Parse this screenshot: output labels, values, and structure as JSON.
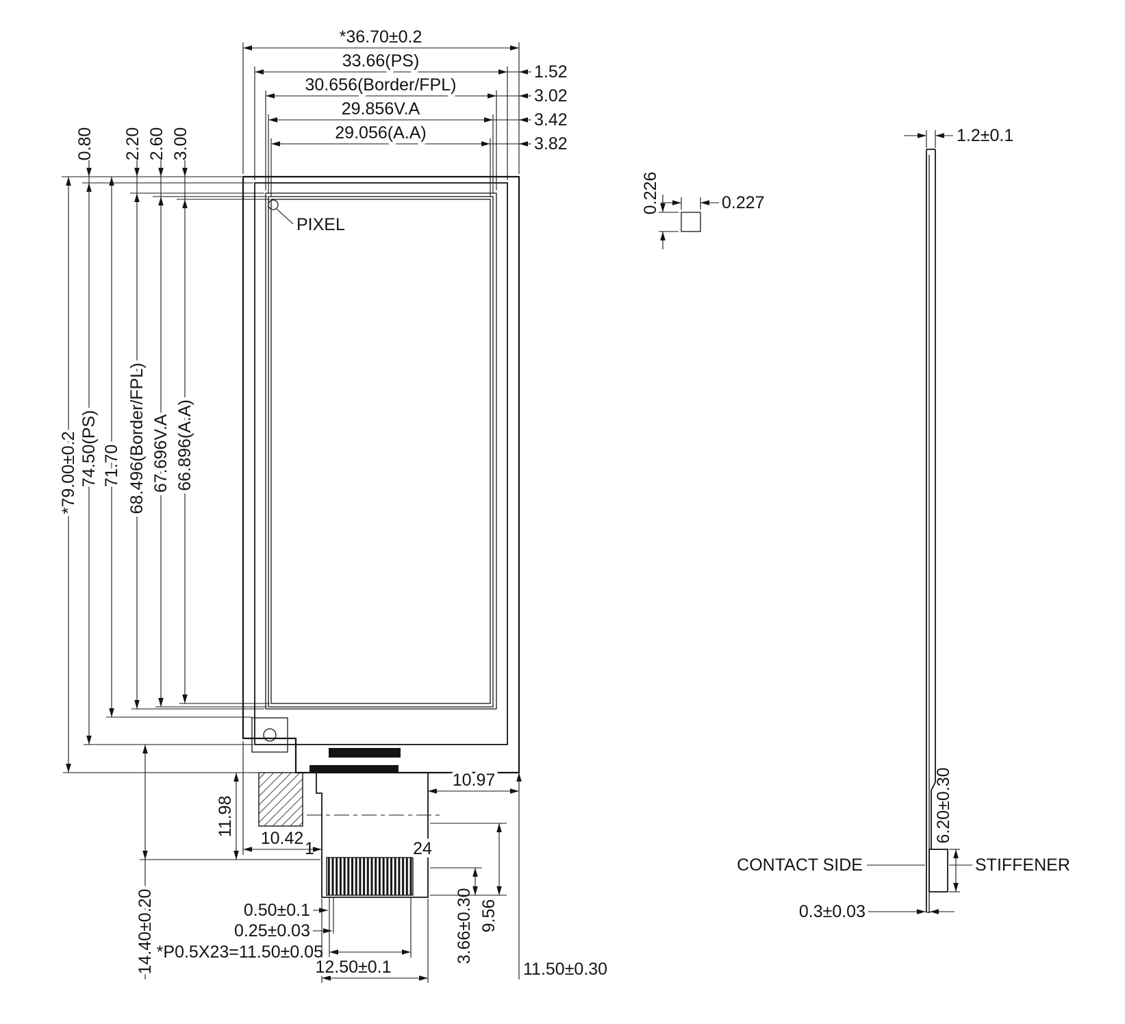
{
  "drawing": {
    "front": {
      "width_dims": [
        "*36.70±0.2",
        "33.66(PS)",
        "30.656(Border/FPL)",
        "29.856V.A",
        "29.056(A.A)"
      ],
      "right_offsets": [
        "1.52",
        "3.02",
        "3.42",
        "3.82"
      ],
      "top_offsets": [
        "0.80",
        "2.20",
        "2.60",
        "3.00"
      ],
      "height_dims": [
        "*79.00±0.2",
        "74.50(PS)",
        "71.70",
        "68.496(Border/FPL)",
        "67.696V.A",
        "66.896(A.A)"
      ],
      "pixel_label": "PIXEL",
      "pin_first": "1",
      "pin_last": "24",
      "fpc": {
        "right_gap": "10.97",
        "tail_drop": "11.98",
        "left_gap": "10.42",
        "pin_width": "0.50±0.1",
        "pin_space": "0.25±0.03",
        "pitch": "*P0.5X23=11.50±0.05",
        "tail_width": "12.50±0.1",
        "contact_len": "3.66±0.30",
        "tail_len": "9.56",
        "fpc_len": "11.50±0.30",
        "bottom_len": "14.40±0.20"
      }
    },
    "pixel_detail": {
      "v_pitch": "0.226",
      "h_pitch": "0.227"
    },
    "side": {
      "thickness": "1.2±0.1",
      "stiffener_len": "6.20±0.30",
      "contact_side": "CONTACT SIDE",
      "stiffener": "STIFFENER",
      "fpc_thickness": "0.3±0.03"
    }
  }
}
